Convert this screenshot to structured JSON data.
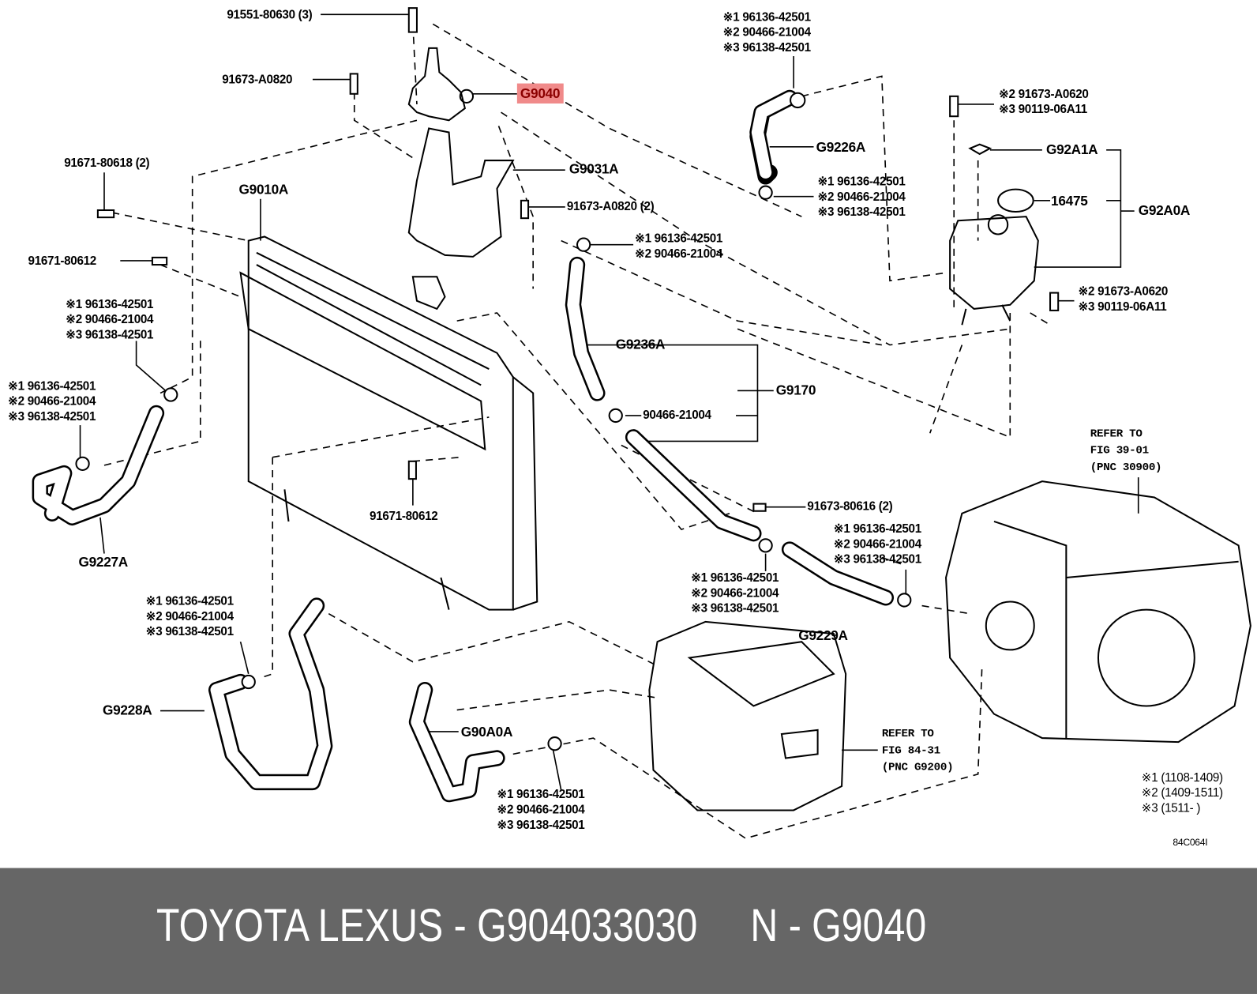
{
  "diagram": {
    "highlighted_part": "G9040",
    "labels": {
      "bolt_top": "91551-80630 (3)",
      "bolt_a0820": "91673-A0820",
      "g9040": "G9040",
      "bolt_80618": "91671-80618 (2)",
      "g9010a": "G9010A",
      "g9031a": "G9031A",
      "bolt_a0820_2": "91673-A0820 (2)",
      "bolt_80612_left": "91671-80612",
      "g9227a": "G9227A",
      "bolt_80612_mid": "91671-80612",
      "g9226a": "G9226A",
      "g9236a": "G9236A",
      "g9170": "G9170",
      "clamp_90466": "90466-21004",
      "g92a1a": "G92A1A",
      "cap_16475": "16475",
      "g92a0a": "G92A0A",
      "bolt_80616": "91673-80616 (2)",
      "g9229a": "G9229A",
      "g9228a": "G9228A",
      "g90a0a": "G90A0A",
      "diagram_code": "84C064I"
    },
    "clamp_groups": [
      [
        "※1 96136-42501",
        "※2 90466-21004",
        "※3 96138-42501"
      ],
      [
        "※1 96136-42501",
        "※2 90466-21004",
        "※3 96138-42501"
      ],
      [
        "※1 96136-42501",
        "※2 90466-21004",
        "※3 96138-42501"
      ],
      [
        "※1 96136-42501",
        "※2 90466-21004",
        "※3 96138-42501"
      ],
      [
        "※1 96136-42501",
        "※2 90466-21004"
      ],
      [
        "※1 96136-42501",
        "※2 90466-21004",
        "※3 96138-42501"
      ],
      [
        "※1 96136-42501",
        "※2 90466-21004",
        "※3 96138-42501"
      ],
      [
        "※1 96136-42501",
        "※2 90466-21004",
        "※3 96138-42501"
      ],
      [
        "※1 96136-42501",
        "※2 90466-21004",
        "※3 96138-42501"
      ]
    ],
    "bolt_groups": [
      [
        "※2 91673-A0620",
        "※3 90119-06A11"
      ],
      [
        "※2 91673-A0620",
        "※3 90119-06A11"
      ]
    ],
    "refer_transaxle": [
      "REFER TO",
      "FIG 39-01",
      "(PNC 30900)"
    ],
    "refer_inverter": [
      "REFER TO",
      "FIG 84-31",
      "(PNC G9200)"
    ],
    "legend": [
      "※1 (1108-1409)",
      "※2 (1409-1511)",
      "※3 (1511-     )"
    ]
  },
  "footer": {
    "text": "TOYOTA LEXUS - G904033030     N - G9040"
  }
}
